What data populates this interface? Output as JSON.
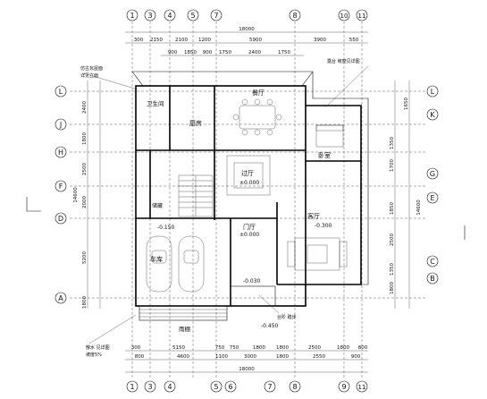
{
  "axes_top": [
    "1",
    "3",
    "4",
    "5",
    "7",
    "8",
    "10",
    "11"
  ],
  "axes_bottom": [
    "1",
    "3",
    "4",
    "5",
    "6",
    "7",
    "8",
    "9",
    "11"
  ],
  "axes_left": [
    "L",
    "J",
    "H",
    "F",
    "D",
    "A"
  ],
  "axes_right": [
    "L",
    "K",
    "G",
    "E",
    "C",
    "B"
  ],
  "dims_top_total": "18000",
  "dims_top_row1": [
    "300",
    "2150",
    "2100",
    "1200",
    "5900",
    "3900",
    "550"
  ],
  "dims_top_row2": [
    "900",
    "1850",
    "900",
    "1750",
    "2400",
    "1750"
  ],
  "dims_bottom_row1": [
    "300",
    "5150",
    "750",
    "750",
    "1800",
    "1800",
    "2500",
    "1800",
    "800"
  ],
  "dims_bottom_row2": [
    "800",
    "4600",
    "1100",
    "3000",
    "1800",
    "2550",
    "900"
  ],
  "dims_bottom_total": "18000",
  "dims_left": [
    "2400",
    "1800",
    "2500",
    "2000",
    "5200",
    "1800"
  ],
  "dims_left_total": "14600",
  "dims_right": [
    "1650",
    "1350",
    "1700",
    "1850",
    "2500",
    "1350",
    "1800"
  ],
  "dims_right_total": "14600",
  "rooms": {
    "dining": "餐厅",
    "kitchen": "厨房",
    "bedroom": "卧室",
    "hall": "门厅",
    "living": "客厅",
    "garage": "车库",
    "foyer": "过厅",
    "toilet": "卫生间",
    "porch": "雨棚",
    "storage": "储藏"
  },
  "levels": {
    "garage": "-0.150",
    "hall": "±0.000",
    "living": "-0.300",
    "entrance": "-0.030",
    "ext": "-0.450",
    "inner": "±0.000"
  },
  "notes": {
    "note_tl": "仿古瓦屋面",
    "note_tl2": "详见立面",
    "note_tr": "露台 坡度见详图",
    "note_br": "台阶 踏步",
    "note_bl": "散水 见详图",
    "note_bl2": "坡度5%"
  }
}
